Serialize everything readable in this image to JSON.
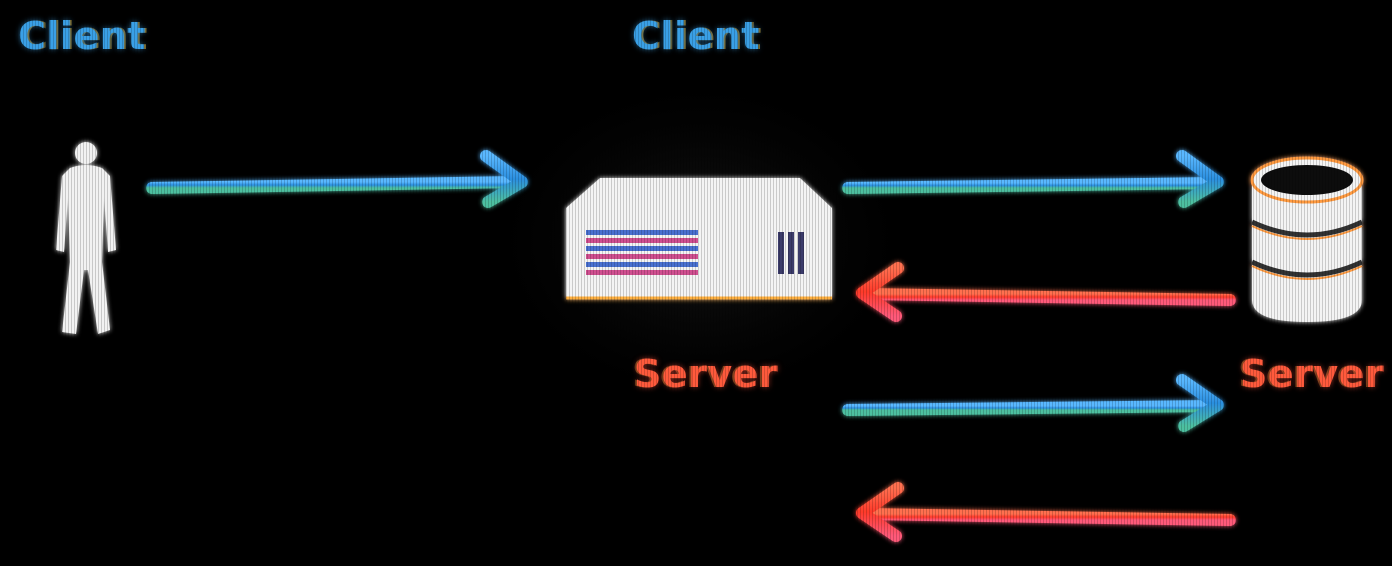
{
  "labels": {
    "client_left": "Client",
    "client_middle": "Client",
    "server_middle": "Server",
    "server_right": "Server"
  },
  "colors": {
    "background": "#000000",
    "client_blue": "#3aa0e6",
    "server_red": "#ff4a35",
    "icon_white": "#f4f4f4"
  },
  "icons": {
    "person": "person-icon",
    "server": "server-box-icon",
    "database": "database-icon"
  },
  "arrows": [
    {
      "name": "arrow-person-to-server",
      "direction": "right",
      "color": "blue"
    },
    {
      "name": "arrow-server-to-database",
      "direction": "right",
      "color": "blue"
    },
    {
      "name": "arrow-database-to-server",
      "direction": "left",
      "color": "red"
    },
    {
      "name": "arrow-lower-request",
      "direction": "right",
      "color": "blue"
    },
    {
      "name": "arrow-lower-response",
      "direction": "left",
      "color": "red"
    }
  ]
}
